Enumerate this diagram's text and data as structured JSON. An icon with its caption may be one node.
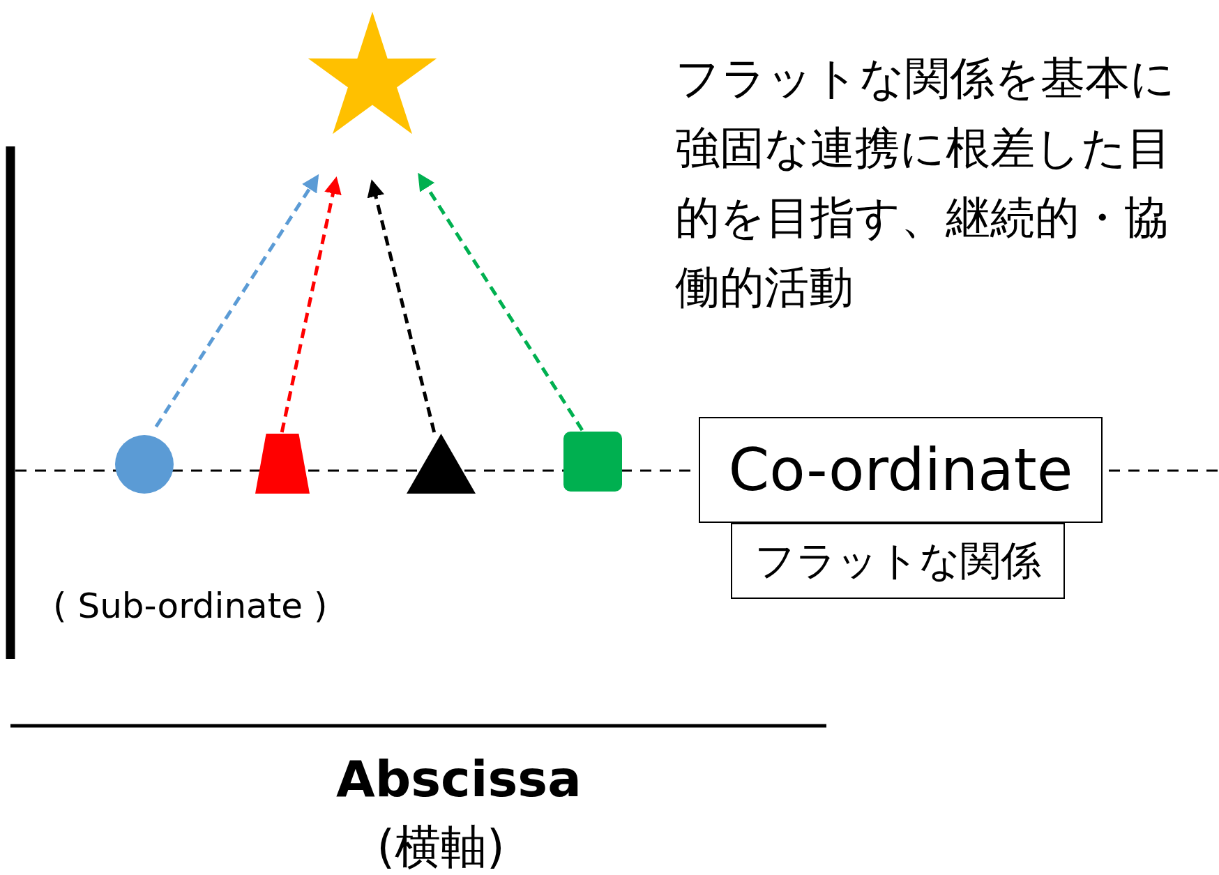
{
  "diagram": {
    "nodes": [
      {
        "text": [],
        "shape": "star"
      },
      {
        "text": [],
        "shape": "circle"
      },
      {
        "text": [],
        "shape": "trapezoid"
      },
      {
        "text": [],
        "shape": "triangle"
      },
      {
        "text": [],
        "shape": "box"
      },
      {
        "text": [
          "Co-ordinate"
        ]
      },
      {
        "text": [
          "フラットな関係"
        ]
      }
    ],
    "edges": [
      {
        "from": 1,
        "to": 0,
        "arrow": "to",
        "style": "dashed",
        "color": "#5b9bd5"
      },
      {
        "from": 2,
        "to": 0,
        "arrow": "to",
        "style": "dashed",
        "color": "#ff0000"
      },
      {
        "from": 3,
        "to": 0,
        "arrow": "to",
        "style": "dashed",
        "color": "#000000"
      },
      {
        "from": 4,
        "to": 0,
        "arrow": "to",
        "style": "dashed",
        "color": "#00b050"
      }
    ],
    "labels": [
      "フラットな関係を基本に強固な連携に根差した目的を目指す、継続的・協働的活動",
      "( Sub-ordinate )",
      "Abscissa",
      "(横軸)"
    ]
  }
}
